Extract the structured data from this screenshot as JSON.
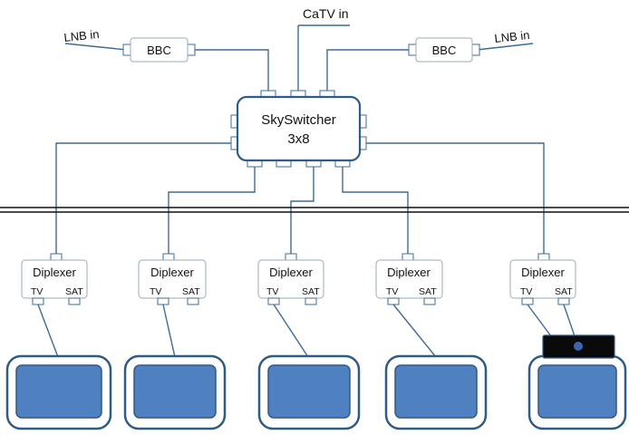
{
  "diagram": {
    "catv_label": "CaTV in",
    "lnb_left_label": "LNB in",
    "lnb_right_label": "LNB in",
    "bbc_left_label": "BBC",
    "bbc_right_label": "BBC",
    "switcher_line1": "SkySwitcher",
    "switcher_line2": "3x8",
    "diplexers": [
      {
        "title": "Diplexer",
        "tv": "TV",
        "sat": "SAT"
      },
      {
        "title": "Diplexer",
        "tv": "TV",
        "sat": "SAT"
      },
      {
        "title": "Diplexer",
        "tv": "TV",
        "sat": "SAT"
      },
      {
        "title": "Diplexer",
        "tv": "TV",
        "sat": "SAT"
      },
      {
        "title": "Diplexer",
        "tv": "TV",
        "sat": "SAT"
      }
    ]
  },
  "colors": {
    "wire": "#3e6b95",
    "screen": "#4f80c0",
    "settop_box": "#0a0a0a",
    "settop_led": "#3a64b0"
  }
}
